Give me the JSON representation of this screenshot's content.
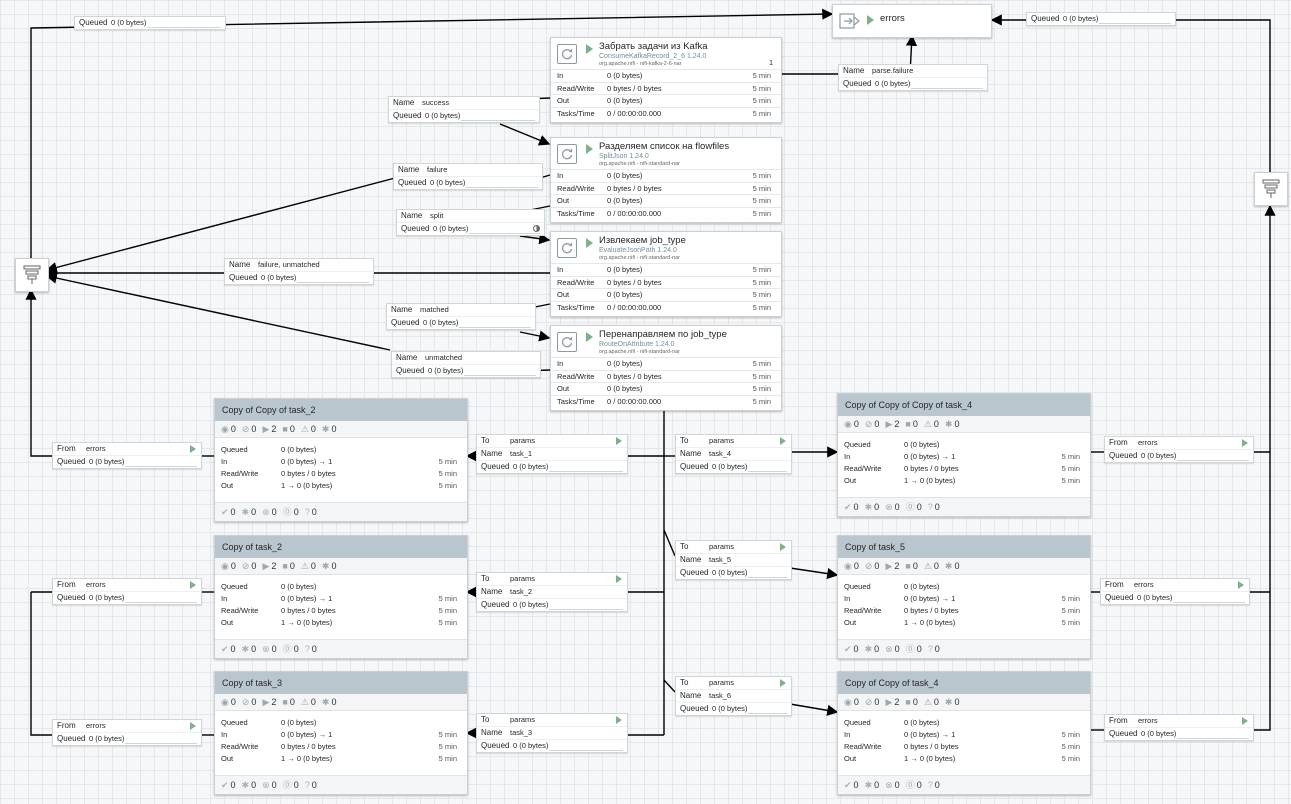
{
  "output_port": {
    "name": "errors"
  },
  "processors": [
    {
      "id": "consume",
      "name": "Забрать задачи из Kafka",
      "type": "ConsumeKafkaRecord_2_6 1.24.0",
      "bundle": "org.apache.nifi - nifi-kafka-2-6-nar",
      "badge": "1",
      "stats": [
        {
          "label": "In",
          "value": "0 (0 bytes)",
          "time": "5 min"
        },
        {
          "label": "Read/Write",
          "value": "0 bytes / 0 bytes",
          "time": "5 min"
        },
        {
          "label": "Out",
          "value": "0 (0 bytes)",
          "time": "5 min"
        },
        {
          "label": "Tasks/Time",
          "value": "0 / 00:00:00.000",
          "time": "5 min"
        }
      ]
    },
    {
      "id": "split",
      "name": "Разделяем список на flowfiles",
      "type": "SplitJson 1.24.0",
      "bundle": "org.apache.nifi - nifi-standard-nar",
      "badge": "",
      "stats": [
        {
          "label": "In",
          "value": "0 (0 bytes)",
          "time": "5 min"
        },
        {
          "label": "Read/Write",
          "value": "0 bytes / 0 bytes",
          "time": "5 min"
        },
        {
          "label": "Out",
          "value": "0 (0 bytes)",
          "time": "5 min"
        },
        {
          "label": "Tasks/Time",
          "value": "0 / 00:00:00.000",
          "time": "5 min"
        }
      ]
    },
    {
      "id": "evaluate",
      "name": "Извлекаем job_type",
      "type": "EvaluateJsonPath 1.24.0",
      "bundle": "org.apache.nifi - nifi-standard-nar",
      "badge": "",
      "stats": [
        {
          "label": "In",
          "value": "0 (0 bytes)",
          "time": "5 min"
        },
        {
          "label": "Read/Write",
          "value": "0 bytes / 0 bytes",
          "time": "5 min"
        },
        {
          "label": "Out",
          "value": "0 (0 bytes)",
          "time": "5 min"
        },
        {
          "label": "Tasks/Time",
          "value": "0 / 00:00:00.000",
          "time": "5 min"
        }
      ]
    },
    {
      "id": "route",
      "name": "Перенаправляем по job_type",
      "type": "RouteOnAttribute 1.24.0",
      "bundle": "org.apache.nifi - nifi-standard-nar",
      "badge": "",
      "stats": [
        {
          "label": "In",
          "value": "0 (0 bytes)",
          "time": "5 min"
        },
        {
          "label": "Read/Write",
          "value": "0 bytes / 0 bytes",
          "time": "5 min"
        },
        {
          "label": "Out",
          "value": "0 (0 bytes)",
          "time": "5 min"
        },
        {
          "label": "Tasks/Time",
          "value": "0 / 00:00:00.000",
          "time": "5 min"
        }
      ]
    }
  ],
  "groups": [
    {
      "name": "Copy of Copy of task_2",
      "queued": "0 (0 bytes)",
      "in": "0 (0 bytes) → 1",
      "rw": "0 bytes / 0 bytes",
      "out": "1 → 0 (0 bytes)",
      "time": "5 min",
      "counts": [
        "0",
        "0",
        "2",
        "0",
        "0",
        "0"
      ],
      "foot": [
        "0",
        "0",
        "0",
        "0",
        "0"
      ]
    },
    {
      "name": "Copy of task_2",
      "queued": "0 (0 bytes)",
      "in": "0 (0 bytes) → 1",
      "rw": "0 bytes / 0 bytes",
      "out": "1 → 0 (0 bytes)",
      "time": "5 min",
      "counts": [
        "0",
        "0",
        "2",
        "0",
        "0",
        "0"
      ],
      "foot": [
        "0",
        "0",
        "0",
        "0",
        "0"
      ]
    },
    {
      "name": "Copy of task_3",
      "queued": "0 (0 bytes)",
      "in": "0 (0 bytes) → 1",
      "rw": "0 bytes / 0 bytes",
      "out": "1 → 0 (0 bytes)",
      "time": "5 min",
      "counts": [
        "0",
        "0",
        "2",
        "0",
        "0",
        "0"
      ],
      "foot": [
        "0",
        "0",
        "0",
        "0",
        "0"
      ]
    },
    {
      "name": "Copy of Copy of Copy of task_4",
      "queued": "0 (0 bytes)",
      "in": "0 (0 bytes) → 1",
      "rw": "0 bytes / 0 bytes",
      "out": "1 → 0 (0 bytes)",
      "time": "5 min",
      "counts": [
        "0",
        "0",
        "2",
        "0",
        "0",
        "0"
      ],
      "foot": [
        "0",
        "0",
        "0",
        "0",
        "0"
      ]
    },
    {
      "name": "Copy of task_5",
      "queued": "0 (0 bytes)",
      "in": "0 (0 bytes) → 1",
      "rw": "0 bytes / 0 bytes",
      "out": "1 → 0 (0 bytes)",
      "time": "5 min",
      "counts": [
        "0",
        "0",
        "2",
        "0",
        "0",
        "0"
      ],
      "foot": [
        "0",
        "0",
        "0",
        "0",
        "0"
      ]
    },
    {
      "name": "Copy of Copy of task_4",
      "queued": "0 (0 bytes)",
      "in": "0 (0 bytes) → 1",
      "rw": "0 bytes / 0 bytes",
      "out": "1 → 0 (0 bytes)",
      "time": "5 min",
      "counts": [
        "0",
        "0",
        "2",
        "0",
        "0",
        "0"
      ],
      "foot": [
        "0",
        "0",
        "0",
        "0",
        "0"
      ]
    }
  ],
  "labels": {
    "name": "Name",
    "queued": "Queued",
    "to": "To",
    "from": "From",
    "q_in": "In",
    "q_rw": "Read/Write",
    "q_out": "Out",
    "q_queued": "Queued"
  },
  "connections": [
    {
      "id": "top_left",
      "queued": "0 (0 bytes)"
    },
    {
      "id": "top_right",
      "queued": "0 (0 bytes)"
    },
    {
      "id": "success",
      "name": "success",
      "queued": "0 (0 bytes)"
    },
    {
      "id": "parse",
      "name": "parse.failure",
      "queued": "0 (0 bytes)"
    },
    {
      "id": "failure",
      "name": "failure",
      "queued": "0 (0 bytes)"
    },
    {
      "id": "split",
      "name": "split",
      "queued": "0 (0 bytes)"
    },
    {
      "id": "fail_unm",
      "name": "failure, unmatched",
      "queued": "0 (0 bytes)"
    },
    {
      "id": "matched",
      "name": "matched",
      "queued": "0 (0 bytes)"
    },
    {
      "id": "unmatched",
      "name": "unmatched",
      "queued": "0 (0 bytes)"
    },
    {
      "id": "t1",
      "to": "params",
      "name": "task_1",
      "queued": "0 (0 bytes)"
    },
    {
      "id": "t2",
      "to": "params",
      "name": "task_2",
      "queued": "0 (0 bytes)"
    },
    {
      "id": "t3",
      "to": "params",
      "name": "task_3",
      "queued": "0 (0 bytes)"
    },
    {
      "id": "t4",
      "to": "params",
      "name": "task_4",
      "queued": "0 (0 bytes)"
    },
    {
      "id": "t5",
      "to": "params",
      "name": "task_5",
      "queued": "0 (0 bytes)"
    },
    {
      "id": "t6",
      "to": "params",
      "name": "task_6",
      "queued": "0 (0 bytes)"
    },
    {
      "id": "fe1",
      "from": "errors",
      "queued": "0 (0 bytes)"
    },
    {
      "id": "fe2",
      "from": "errors",
      "queued": "0 (0 bytes)"
    },
    {
      "id": "fe3",
      "from": "errors",
      "queued": "0 (0 bytes)"
    },
    {
      "id": "fe4",
      "from": "errors",
      "queued": "0 (0 bytes)"
    },
    {
      "id": "fe5",
      "from": "errors",
      "queued": "0 (0 bytes)"
    },
    {
      "id": "fe6",
      "from": "errors",
      "queued": "0 (0 bytes)"
    }
  ],
  "colors": {
    "header": "#b9c6cd",
    "play": "#7fb08c",
    "edge": "#000000"
  }
}
